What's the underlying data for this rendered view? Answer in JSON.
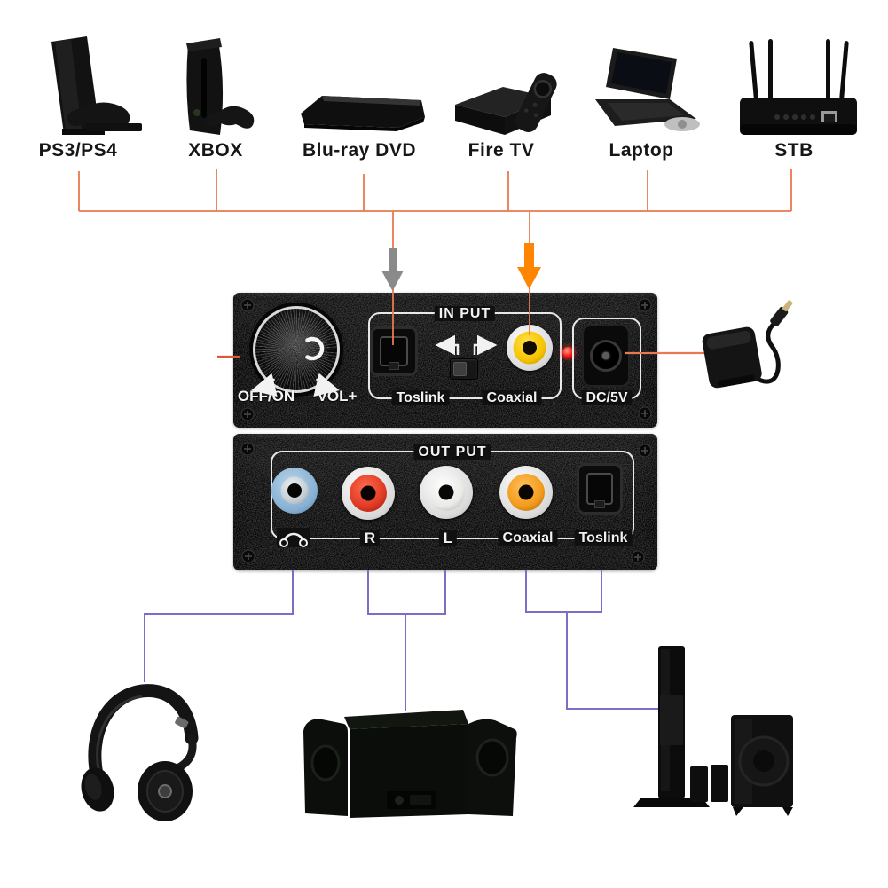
{
  "sources": [
    {
      "label": "PS3/PS4"
    },
    {
      "label": "XBOX"
    },
    {
      "label": "Blu-ray DVD"
    },
    {
      "label": "Fire TV"
    },
    {
      "label": "Laptop"
    },
    {
      "label": "STB"
    }
  ],
  "converter": {
    "front_panel": {
      "title": "IN PUT",
      "power_switch_label": "OFF/ON",
      "volume_label": "VOL+",
      "input_toslink_label": "Toslink",
      "input_coaxial_label": "Coaxial",
      "dc_label": "DC/5V"
    },
    "rear_panel": {
      "title": "OUT PUT",
      "right_label": "R",
      "left_label": "L",
      "coaxial_label": "Coaxial",
      "toslink_label": "Toslink"
    }
  },
  "colors": {
    "wire_source": "#e87a4e",
    "wire_output": "#7a6fc8",
    "arrow_toslink": "#8a8a8a",
    "arrow_coaxial": "#ff8400",
    "led_red": "#f21414",
    "coaxial_in_ring": "#f6c400",
    "headphone_jack_ring": "#86b0d2",
    "rca_right_ring": "#df3a23",
    "rca_left_ring": "#e9e9e5",
    "rca_coaxial_out_ring": "#f29b1d"
  }
}
